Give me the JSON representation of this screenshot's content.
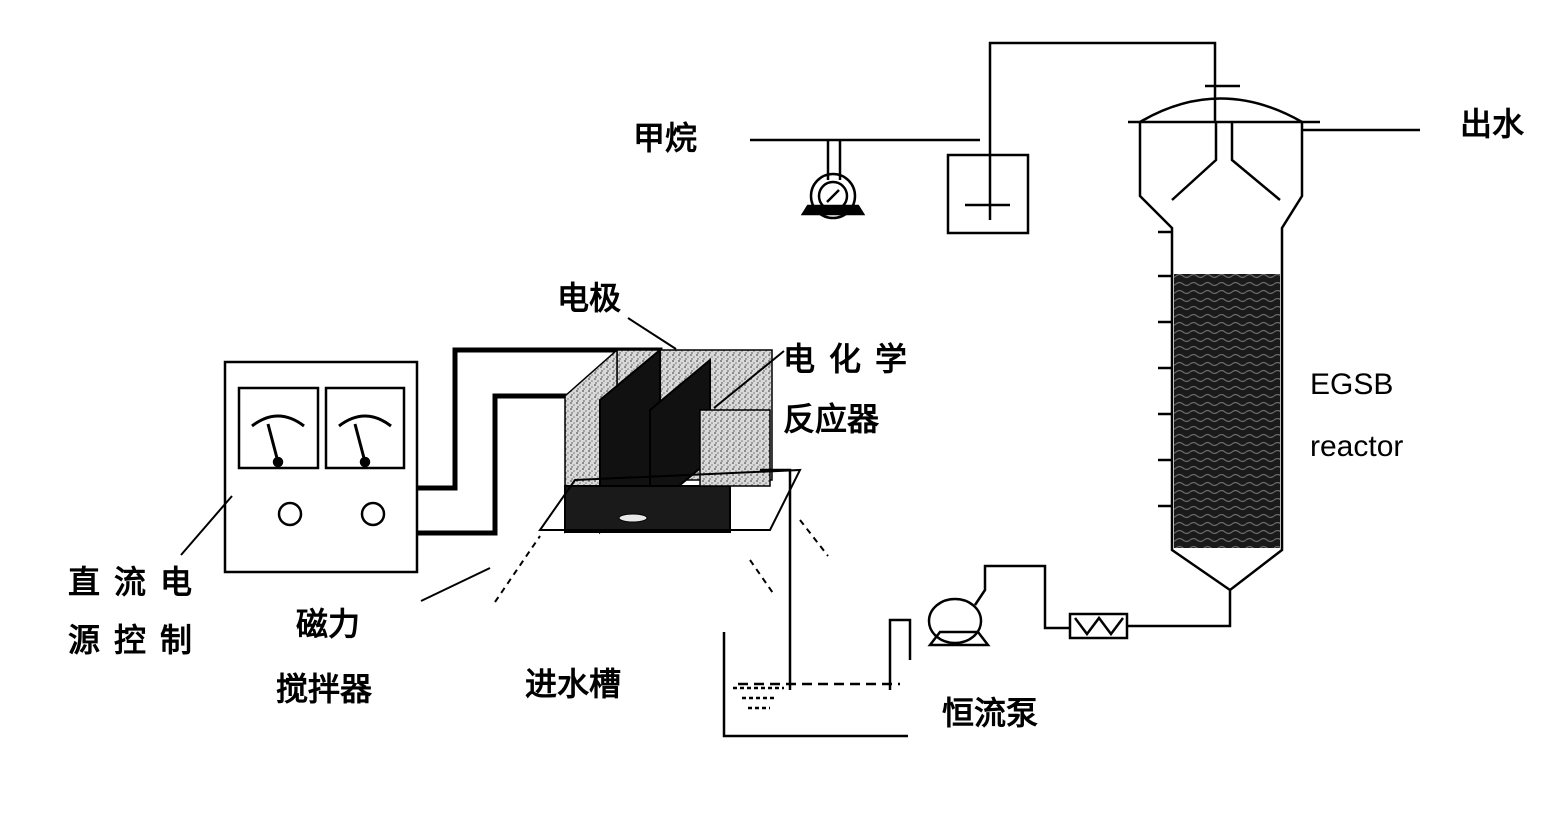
{
  "labels": {
    "methane": "甲烷",
    "outflow": "出水",
    "electrode": "电极",
    "echem_reactor_line1": "电化学",
    "echem_reactor_line2": "反应器",
    "egsb_line1": "EGSB",
    "egsb_line2": "reactor",
    "dc_power_line1": "直流电",
    "dc_power_line2": "源控制",
    "magnetic_stirrer_line1": "磁力",
    "magnetic_stirrer_line2": "搅拌器",
    "inlet_tank": "进水槽",
    "constant_flow_pump": "恒流泵"
  },
  "colors": {
    "ink": "#000000",
    "paper": "#ffffff",
    "gray_fill": "#9a9a9a",
    "dark_fill": "#111111"
  }
}
